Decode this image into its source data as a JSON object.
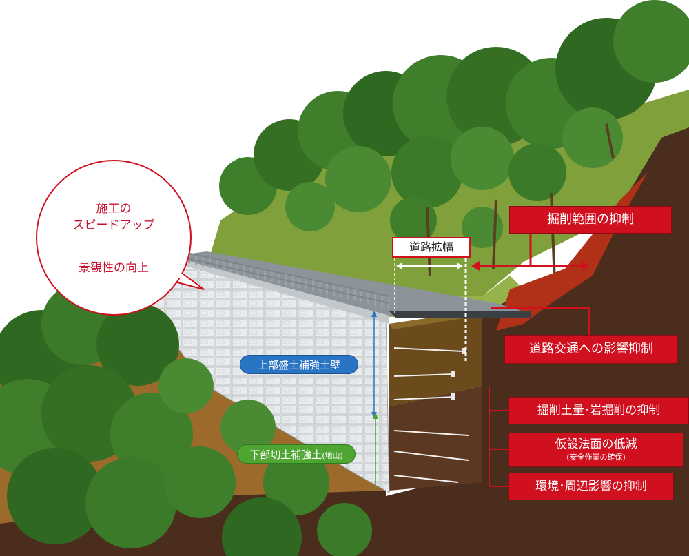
{
  "bubble": {
    "line1": "施工の",
    "line2": "スピードアップ",
    "line3": "景観性の向上"
  },
  "labels": {
    "road_widening": "道路拡幅",
    "excavation_range": "掘削範囲の抑制",
    "traffic_impact": "道路交通への影響抑制",
    "excavation_volume": "掘削土量･岩掘削の抑制",
    "temp_slope": "仮設法面の低減",
    "temp_slope_note": "(安全作業の確保)",
    "environment": "環境･周辺影響の抑制",
    "upper_wall": "上部盛土補強土壁",
    "lower_wall_main": "下部切土補強土",
    "lower_wall_paren": "(地山)"
  },
  "colors": {
    "accent_red": "#d0101f",
    "bubble_text": "#c8102e",
    "blue_label": "#2a74c4",
    "green_label": "#4ea531"
  }
}
